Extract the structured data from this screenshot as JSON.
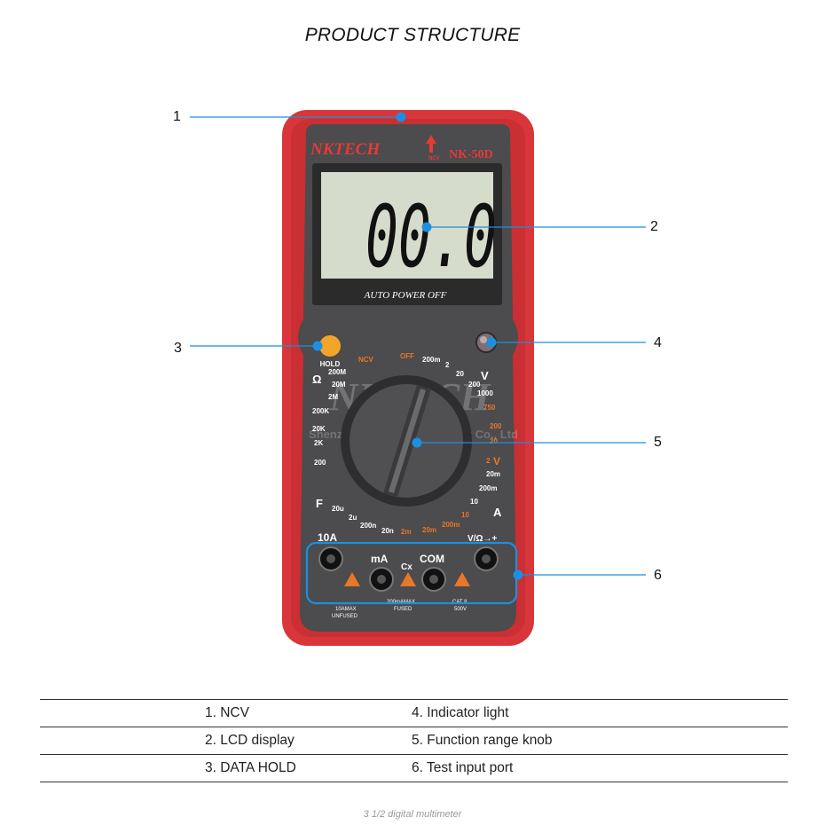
{
  "title": "PRODUCT STRUCTURE",
  "device": {
    "brand": "NKTECH",
    "model": "NK-50D",
    "ncv_badge": "NCV",
    "lcd_reading": "00.0",
    "lcd_caption": "AUTO POWER OFF",
    "hold_label": "HOLD",
    "dial_top": [
      "NCV",
      "OFF",
      "200m",
      "2",
      "20",
      "200"
    ],
    "dial_left": [
      "200M",
      "20M",
      "2M",
      "200K",
      "20K",
      "2K",
      "200"
    ],
    "dial_right": [
      "1000",
      "750",
      "200",
      "20",
      "2",
      "20m",
      "200m"
    ],
    "dial_bottom": [
      "20u",
      "2u",
      "200n",
      "20n",
      "2m",
      "20m",
      "200m",
      "10",
      "10"
    ],
    "unit_symbols": [
      "Ω",
      "F",
      "V",
      "A"
    ],
    "port_labels": [
      "10A",
      "mA",
      "Cx",
      "COM",
      "V/Ω→+"
    ],
    "port_small_labels": [
      "10AMAX",
      "UNFUSED",
      "200mAMAX",
      "FUSED",
      "CAT II",
      "500V"
    ],
    "watermark_brand": "NKTECH",
    "watermark_company": "Shenzhen Nuokai Technology Co., Ltd"
  },
  "callouts": [
    "1",
    "2",
    "3",
    "4",
    "5",
    "6"
  ],
  "legend": [
    {
      "left": "1. NCV",
      "right": "4. Indicator light"
    },
    {
      "left": "2. LCD display",
      "right": "5. Function range knob"
    },
    {
      "left": "3. DATA HOLD",
      "right": "6. Test input port"
    }
  ],
  "footer": "3 1/2 digital multimeter",
  "colors": {
    "body_red": "#d8363a",
    "face_dark": "#4a4a4a",
    "lcd_bg": "#d6dccb",
    "callout_blue": "#1c8fe0",
    "hold_button": "#f2a52a",
    "accent_orange": "#e8772a"
  }
}
